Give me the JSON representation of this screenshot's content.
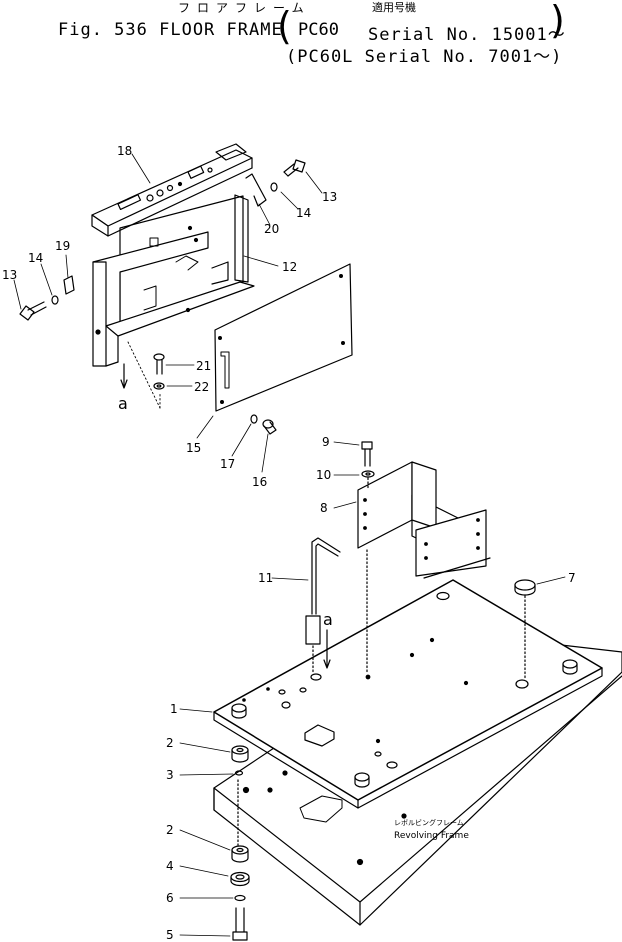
{
  "header": {
    "jp_title": "フロアフレーム",
    "figure_title": "Fig. 536 FLOOR FRAME",
    "serial_jp": "適用号機",
    "model_1": "PC60",
    "serial_1": "Serial No. 15001～",
    "serial_2": "(PC60L  Serial No. 7001～)"
  },
  "diagram": {
    "revolving_frame_jp": "レボルビングフレーム",
    "revolving_frame_en": "Revolving Frame",
    "ref_mark": "a",
    "parts": [
      "1",
      "2",
      "3",
      "4",
      "5",
      "6",
      "7",
      "8",
      "9",
      "10",
      "11",
      "12",
      "13",
      "14",
      "15",
      "16",
      "17",
      "18",
      "19",
      "20",
      "21",
      "22"
    ]
  }
}
